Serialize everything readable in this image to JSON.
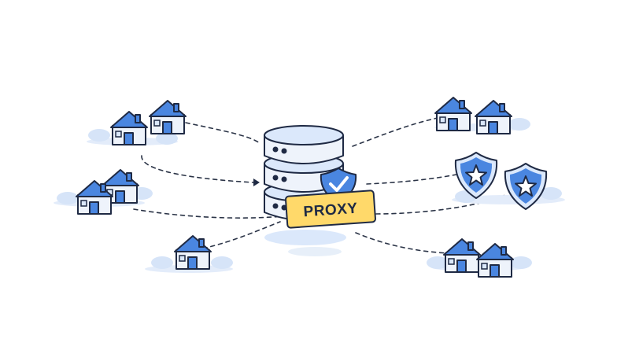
{
  "proxy": {
    "label": "PROXY",
    "icon": "database-server-icon",
    "badge_icon": "shield-check-icon"
  },
  "left_nodes": [
    {
      "icon": "house-cluster-icon",
      "houses": 2
    },
    {
      "icon": "house-cluster-icon",
      "houses": 2
    },
    {
      "icon": "house-icon",
      "houses": 1
    }
  ],
  "right_nodes": [
    {
      "icon": "house-cluster-icon",
      "houses": 2
    },
    {
      "icon": "shield-star-icon",
      "shields": 2
    },
    {
      "icon": "house-cluster-icon",
      "houses": 2
    }
  ],
  "colors": {
    "outline": "#1f2a44",
    "blue": "#4a86e0",
    "light_blue": "#dbe8fb",
    "cloud": "#d6e4f8",
    "label_bg": "#ffd96a",
    "label_border": "#e0a92b",
    "server_body": "#eef3fb"
  }
}
